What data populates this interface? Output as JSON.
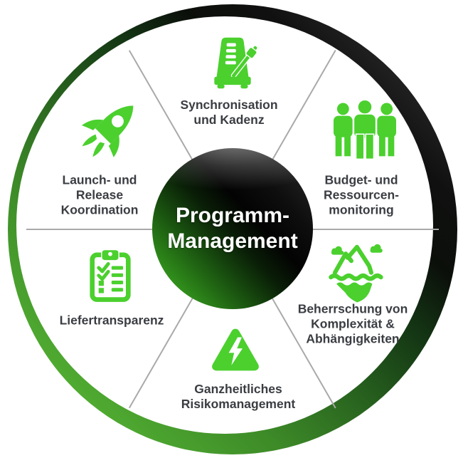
{
  "diagram": {
    "type": "circular-wheel",
    "center": {
      "lines": [
        "Programm-",
        "Management"
      ]
    },
    "segments": [
      {
        "id": "synchronisation",
        "icon": "metronome-icon",
        "lines": [
          "Synchronisation",
          "und Kadenz"
        ]
      },
      {
        "id": "budget",
        "icon": "people-icon",
        "lines": [
          "Budget- und",
          "Ressourcen-",
          "monitoring"
        ]
      },
      {
        "id": "komplexitaet",
        "icon": "iceberg-icon",
        "lines": [
          "Beherrschung von",
          "Komplexität &",
          "Abhängigkeiten"
        ]
      },
      {
        "id": "risiko",
        "icon": "warning-lightning-icon",
        "lines": [
          "Ganzheitliches",
          "Risikomanagement"
        ]
      },
      {
        "id": "liefertransparenz",
        "icon": "clipboard-checklist-icon",
        "lines": [
          "Liefertransparenz"
        ]
      },
      {
        "id": "launch",
        "icon": "rocket-icon",
        "lines": [
          "Launch- und",
          "Release",
          "Koordination"
        ]
      }
    ],
    "colors": {
      "icon_green": "#4BD02E",
      "ring_green_bright": "#5BBE37",
      "ring_black": "#0B0F0A",
      "ring_gray_corner": "#4A4A4A",
      "hub_green": "#44BE24",
      "hub_black": "#030303",
      "label_text": "#3A3D42",
      "divider_gray": "#A9A9A9",
      "center_text": "#FFFFFF",
      "background": "#FFFFFF"
    }
  }
}
